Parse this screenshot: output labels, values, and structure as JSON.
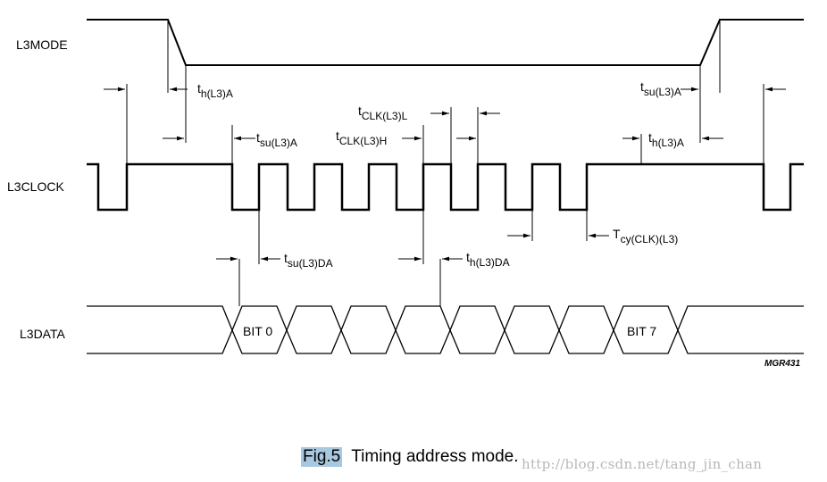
{
  "signals": {
    "mode": "L3MODE",
    "clock": "L3CLOCK",
    "data": "L3DATA"
  },
  "timing": {
    "th_l3a_left": {
      "main": "t",
      "sub": "h(L3)A"
    },
    "tsu_l3a_right": {
      "main": "t",
      "sub": "su(L3)A"
    },
    "tclk_l3l": {
      "main": "t",
      "sub": "CLK(L3)L"
    },
    "tclk_l3h": {
      "main": "t",
      "sub": "CLK(L3)H"
    },
    "tsu_l3a_left": {
      "main": "t",
      "sub": "su(L3)A"
    },
    "th_l3a_right": {
      "main": "t",
      "sub": "h(L3)A"
    },
    "tsu_l3da": {
      "main": "t",
      "sub": "su(L3)DA"
    },
    "th_l3da": {
      "main": "t",
      "sub": "h(L3)DA"
    },
    "tcy": {
      "main": "T",
      "sub": "cy(CLK)(L3)"
    }
  },
  "bits": {
    "first": "BIT 0",
    "last": "BIT 7"
  },
  "code": "MGR431",
  "caption": {
    "number": "Fig.5",
    "title": "Timing address mode."
  },
  "watermark": "http://blog.csdn.net/tang_jin_chan"
}
